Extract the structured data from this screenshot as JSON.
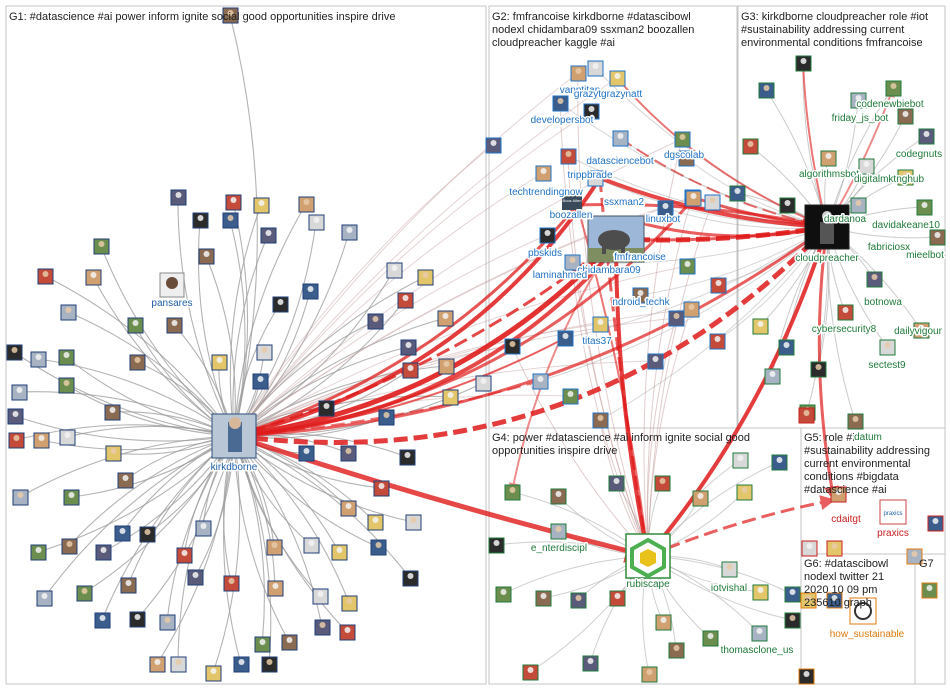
{
  "groups": [
    {
      "id": "G1",
      "lines": [
        "G1: #datascience #ai power inform ignite social good opportunities inspire drive"
      ]
    },
    {
      "id": "G2",
      "lines": [
        "G2: fmfrancoise kirkdborne #datascibowl",
        "nodexl chidambara09 ssxman2 boozallen",
        "cloudpreacher kaggle #ai"
      ]
    },
    {
      "id": "G3",
      "lines": [
        "G3: kirkdborne cloudpreacher role #iot",
        "#sustainability addressing current",
        "environmental conditions fmfrancoise"
      ]
    },
    {
      "id": "G4",
      "lines": [
        "G4: power #datascience #ai inform ignite social good",
        "opportunities inspire drive"
      ]
    },
    {
      "id": "G5",
      "lines": [
        "G5: role #iot",
        "#sustainability addressing",
        "current environmental",
        "conditions #bigdata",
        "#datascience #ai"
      ]
    },
    {
      "id": "G6",
      "lines": [
        "G6: #datascibowl",
        "nodexl twitter 21",
        "2020 10 09 pm",
        "235610 graph"
      ]
    },
    {
      "id": "G7",
      "lines": [
        "G7"
      ]
    }
  ],
  "labeled_nodes": [
    {
      "id": "kirkdborne",
      "label": "kirkdborne",
      "color": "#1f5fa8"
    },
    {
      "id": "pansares",
      "label": "pansares",
      "color": "#1f5fa8"
    },
    {
      "id": "cloudpreacher",
      "label": "cloudpreacher",
      "color": "#1f7a3a"
    },
    {
      "id": "chidambara09",
      "label": "chidambara09",
      "color": "#1f72c4"
    },
    {
      "id": "rubiscape",
      "label": "rubiscape",
      "color": "#1f7a3a"
    },
    {
      "id": "vanntitan",
      "label": "vanntitan",
      "color": "#1f72c4"
    },
    {
      "id": "grazytgrazynatt",
      "label": "grazytgrazynatt",
      "color": "#1f72c4"
    },
    {
      "id": "developersbot",
      "label": "developersbot",
      "color": "#1f72c4"
    },
    {
      "id": "datasciencebot",
      "label": "datasciencebot",
      "color": "#1f72c4"
    },
    {
      "id": "dgscolab",
      "label": "dgscolab",
      "color": "#1f72c4"
    },
    {
      "id": "trippbrade",
      "label": "trippbrade",
      "color": "#1f72c4"
    },
    {
      "id": "techtrendingnow",
      "label": "techtrendingnow",
      "color": "#1f72c4"
    },
    {
      "id": "ssxman2",
      "label": "ssxman2",
      "color": "#1f72c4"
    },
    {
      "id": "linuxbot",
      "label": "linuxbot",
      "color": "#1f72c4"
    },
    {
      "id": "boozallen",
      "label": "boozallen",
      "color": "#1f72c4"
    },
    {
      "id": "pbskids",
      "label": "pbskids",
      "color": "#1f72c4"
    },
    {
      "id": "laminahmed",
      "label": "laminahmed",
      "color": "#1f72c4"
    },
    {
      "id": "fmfrancoise",
      "label": "fmfrancoise",
      "color": "#1f72c4"
    },
    {
      "id": "android_techk",
      "label": "ndroid_techk",
      "color": "#1f72c4"
    },
    {
      "id": "titas37",
      "label": "titas37",
      "color": "#1f72c4"
    },
    {
      "id": "codenewbiebot",
      "label": "codenewbiebot",
      "color": "#1f7a3a"
    },
    {
      "id": "friday_js_bot",
      "label": "friday_js_bot",
      "color": "#1f7a3a"
    },
    {
      "id": "codegnuts",
      "label": "codegnuts",
      "color": "#1f7a3a"
    },
    {
      "id": "algorithmsbot",
      "label": "algorithmsbot",
      "color": "#1f7a3a"
    },
    {
      "id": "digitalmktnghub",
      "label": "digitalmktnghub",
      "color": "#1f7a3a"
    },
    {
      "id": "dardanoa",
      "label": "dardanoa",
      "color": "#1f7a3a"
    },
    {
      "id": "davidakeane10",
      "label": "davidakeane10",
      "color": "#1f7a3a"
    },
    {
      "id": "fabriciosx",
      "label": "fabriciosx",
      "color": "#1f7a3a"
    },
    {
      "id": "mieelbot",
      "label": "mieelbot",
      "color": "#1f7a3a"
    },
    {
      "id": "botnowa",
      "label": "botnowa",
      "color": "#1f7a3a"
    },
    {
      "id": "cybersecurity8",
      "label": "cybersecurity8",
      "color": "#1f7a3a"
    },
    {
      "id": "dailyvigour",
      "label": "dailyvigour",
      "color": "#1f7a3a"
    },
    {
      "id": "sectest9",
      "label": "sectest9",
      "color": "#1f7a3a"
    },
    {
      "id": "datum",
      "label": "datum",
      "color": "#1f7a3a"
    },
    {
      "id": "e_interdiscipl",
      "label": "e_nterdiscipl",
      "color": "#1f7a3a"
    },
    {
      "id": "iotvishal",
      "label": "iotvishal",
      "color": "#1f7a3a"
    },
    {
      "id": "thomasclone_us",
      "label": "thomasclone_us",
      "color": "#1f7a3a"
    },
    {
      "id": "cdaitgt",
      "label": "cdaitgt",
      "color": "#c81e1e"
    },
    {
      "id": "praxics",
      "label": "praxics",
      "color": "#c81e1e"
    },
    {
      "id": "how_sustainable",
      "label": "how_sustainable",
      "color": "#e07b10"
    }
  ],
  "logo_texts": {
    "praxics_logo": "praxics",
    "booz_logo": "Booz Allen"
  }
}
